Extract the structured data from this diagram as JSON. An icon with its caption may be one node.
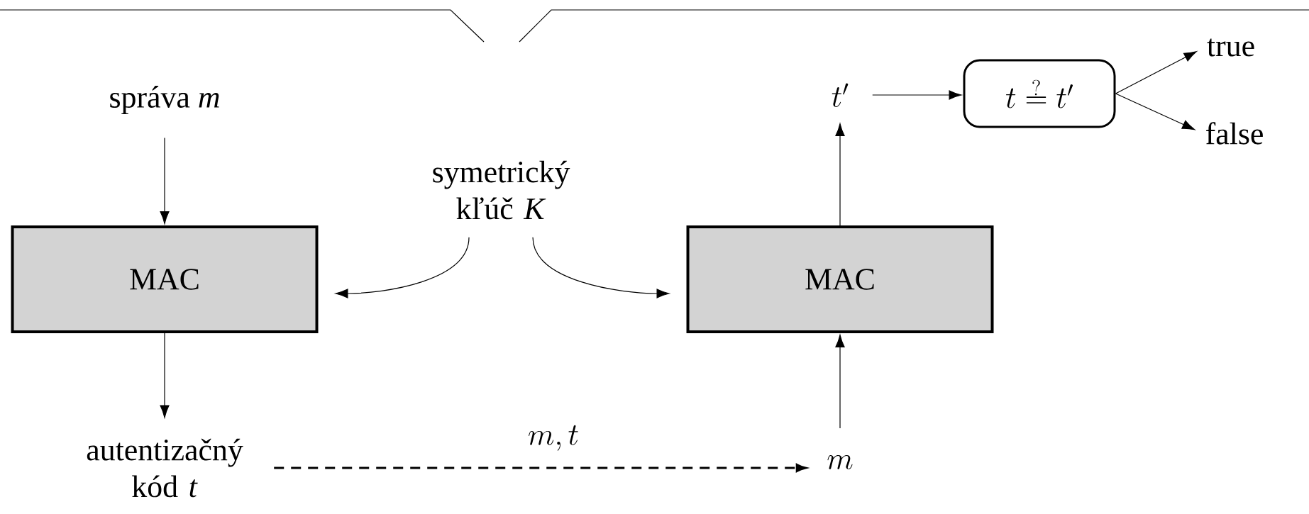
{
  "diagram": {
    "nodes": [
      {
        "text": [
          "správa *m*"
        ]
      },
      {
        "text": [
          "MAC"
        ]
      },
      {
        "text": [
          "symetrický kľúč *K*"
        ]
      },
      {
        "text": [
          "MAC"
        ]
      },
      {
        "text": [
          "t'"
        ]
      },
      {
        "text": [
          "t \\stackrel{?}{=} t'"
        ]
      },
      {
        "text": [
          "true"
        ]
      },
      {
        "text": [
          "false"
        ]
      },
      {
        "text": [
          "autentizačný kód *t*"
        ]
      },
      {
        "text": [
          "m"
        ]
      }
    ],
    "edges": [
      {
        "from": 0,
        "to": 1,
        "arrow": "to"
      },
      {
        "from": 2,
        "to": 1,
        "arrow": "to"
      },
      {
        "from": 2,
        "to": 3,
        "arrow": "to"
      },
      {
        "from": 1,
        "to": 8,
        "arrow": "to"
      },
      {
        "from": 8,
        "to": 9,
        "arrow": "to",
        "style": "dashed",
        "label": "m,t"
      },
      {
        "from": 9,
        "to": 3,
        "arrow": "to"
      },
      {
        "from": 3,
        "to": 4,
        "arrow": "to"
      },
      {
        "from": 4,
        "to": 5,
        "arrow": "to"
      },
      {
        "from": 5,
        "to": 6,
        "arrow": "to"
      },
      {
        "from": 5,
        "to": 7,
        "arrow": "to"
      }
    ]
  }
}
